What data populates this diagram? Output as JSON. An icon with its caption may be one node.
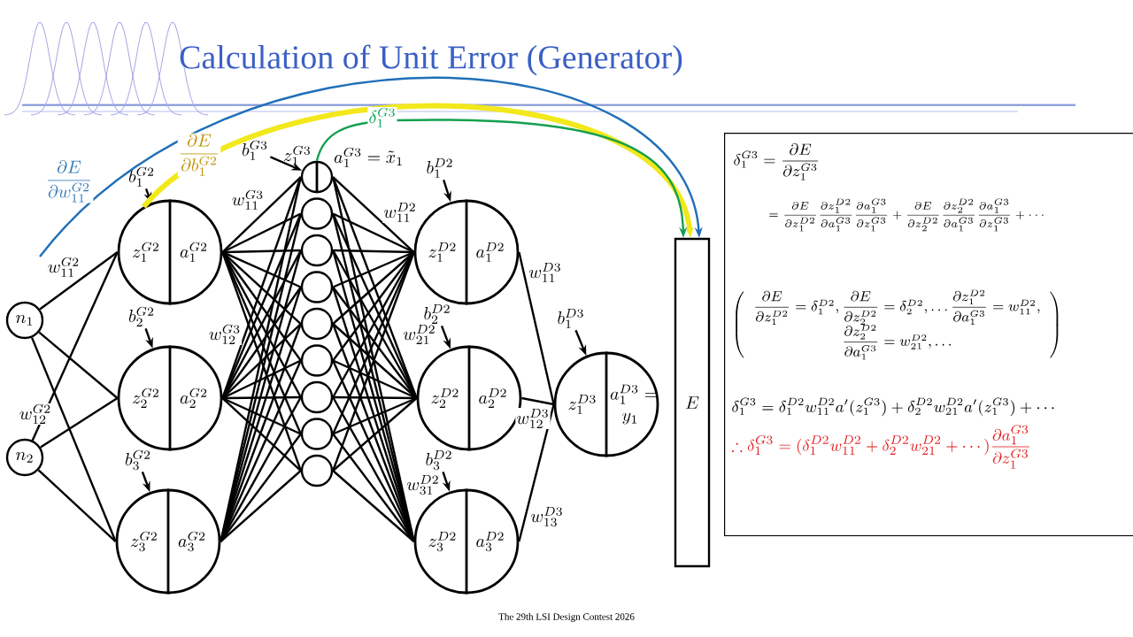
{
  "diagram": {
    "title": "Calculation of Unit Error (Generator)",
    "nodes": [
      {
        "text": [
          "n_1"
        ]
      },
      {
        "text": [
          "n_2"
        ]
      },
      {
        "text": [
          "z_1^{G2}",
          "a_1^{G2}"
        ]
      },
      {
        "text": [
          "z_2^{G2}",
          "a_2^{G2}"
        ]
      },
      {
        "text": [
          "z_3^{G2}",
          "a_3^{G2}"
        ]
      },
      {
        "text": [
          "z_1^{G3}",
          "a_1^{G3} = \\tilde{x}_1"
        ]
      },
      {
        "text": [],
        "shape": "circle"
      },
      {
        "text": [],
        "shape": "circle"
      },
      {
        "text": [],
        "shape": "circle"
      },
      {
        "text": [],
        "shape": "circle"
      },
      {
        "text": [],
        "shape": "circle"
      },
      {
        "text": [],
        "shape": "circle"
      },
      {
        "text": [],
        "shape": "circle"
      },
      {
        "text": [],
        "shape": "circle"
      },
      {
        "text": [
          "z_1^{D2}",
          "a_1^{D2}"
        ]
      },
      {
        "text": [
          "z_2^{D2}",
          "a_2^{D2}"
        ]
      },
      {
        "text": [
          "z_3^{D2}",
          "a_3^{D2}"
        ]
      },
      {
        "text": [
          "z_1^{D3}",
          "a_1^{D3} = y_1"
        ]
      },
      {
        "text": [
          "E"
        ]
      },
      {
        "text": [
          "b_1^{G2}"
        ]
      },
      {
        "text": [
          "b_2^{G2}"
        ]
      },
      {
        "text": [
          "b_3^{G2}"
        ]
      },
      {
        "text": [
          "b_1^{G3}"
        ]
      },
      {
        "text": [
          "b_1^{D2}"
        ]
      },
      {
        "text": [
          "b_2^{D2}"
        ]
      },
      {
        "text": [
          "b_3^{D2}"
        ]
      },
      {
        "text": [
          "b_1^{D3}"
        ]
      },
      {
        "text": [
          "\\delta_1^{G3} = \\dfrac{\\partial E}{\\partial z_1^{G3}}",
          "= \\dfrac{\\partial E}{\\partial z_1^{D2}} \\dfrac{\\partial z_1^{D2}}{\\partial a_1^{G3}} \\dfrac{\\partial a_1^{G3}}{\\partial z_1^{G3}} + \\dfrac{\\partial E}{\\partial z_2^{D2}} \\dfrac{\\partial z_2^{D2}}{\\partial a_1^{G3}} \\dfrac{\\partial a_1^{G3}}{\\partial z_1^{G3}} + \\cdots",
          "\\left(\\begin{array}{c}\\dfrac{\\partial E}{\\partial z_1^{D2}} = \\delta_1^{D2}, \\dfrac{\\partial E}{\\partial z_2^{D2}} = \\delta_2^{D2}, \\ldots \\dfrac{\\partial z_1^{D2}}{\\partial a_1^{G3}} = w_{11}^{D2}, \\\\ \\dfrac{\\partial z_2^{D2}}{\\partial a_1^{G3}} = w_{21}^{D2}, \\ldots \\end{array}\\right)",
          "\\delta_1^{G3} = \\delta_1^{D2} w_{11}^{D2} a'(z_1^{G3}) + \\delta_2^{D2} w_{21}^{D2} a'(z_1^{G3}) + \\cdots",
          "\\therefore \\delta_1^{G3} = (\\delta_1^{D2} w_{11}^{D2} + \\delta_2^{D2} w_{21}^{D2} + \\cdots) \\dfrac{\\partial a_1^{G3}}{\\partial z_1^{G3}}"
        ]
      }
    ],
    "edges": [
      {
        "from": 0,
        "to": 2,
        "arrow": "none",
        "label": "w_{11}^{G2}"
      },
      {
        "from": 0,
        "to": 3,
        "arrow": "none"
      },
      {
        "from": 0,
        "to": 4,
        "arrow": "none"
      },
      {
        "from": 1,
        "to": 2,
        "arrow": "none",
        "label": "w_{12}^{G2}"
      },
      {
        "from": 1,
        "to": 3,
        "arrow": "none"
      },
      {
        "from": 1,
        "to": 4,
        "arrow": "none"
      },
      {
        "from": 2,
        "to": 5,
        "arrow": "none",
        "label": "w_{11}^{G3}"
      },
      {
        "from": 2,
        "to": 6,
        "arrow": "none"
      },
      {
        "from": 2,
        "to": 7,
        "arrow": "none"
      },
      {
        "from": 2,
        "to": 8,
        "arrow": "none"
      },
      {
        "from": 2,
        "to": 9,
        "arrow": "none"
      },
      {
        "from": 2,
        "to": 10,
        "arrow": "none"
      },
      {
        "from": 2,
        "to": 11,
        "arrow": "none"
      },
      {
        "from": 2,
        "to": 12,
        "arrow": "none"
      },
      {
        "from": 2,
        "to": 13,
        "arrow": "none"
      },
      {
        "from": 3,
        "to": 5,
        "arrow": "none",
        "label": "w_{12}^{G3}"
      },
      {
        "from": 3,
        "to": 6,
        "arrow": "none"
      },
      {
        "from": 3,
        "to": 7,
        "arrow": "none"
      },
      {
        "from": 3,
        "to": 8,
        "arrow": "none"
      },
      {
        "from": 3,
        "to": 9,
        "arrow": "none"
      },
      {
        "from": 3,
        "to": 10,
        "arrow": "none"
      },
      {
        "from": 3,
        "to": 11,
        "arrow": "none"
      },
      {
        "from": 3,
        "to": 12,
        "arrow": "none"
      },
      {
        "from": 3,
        "to": 13,
        "arrow": "none"
      },
      {
        "from": 4,
        "to": 5,
        "arrow": "none"
      },
      {
        "from": 4,
        "to": 6,
        "arrow": "none"
      },
      {
        "from": 4,
        "to": 7,
        "arrow": "none"
      },
      {
        "from": 4,
        "to": 8,
        "arrow": "none"
      },
      {
        "from": 4,
        "to": 9,
        "arrow": "none"
      },
      {
        "from": 4,
        "to": 10,
        "arrow": "none"
      },
      {
        "from": 4,
        "to": 11,
        "arrow": "none"
      },
      {
        "from": 4,
        "to": 12,
        "arrow": "none"
      },
      {
        "from": 4,
        "to": 13,
        "arrow": "none"
      },
      {
        "from": 5,
        "to": 14,
        "arrow": "none",
        "label": "w_{11}^{D2}"
      },
      {
        "from": 5,
        "to": 15,
        "arrow": "none",
        "label": "w_{21}^{D2}"
      },
      {
        "from": 5,
        "to": 16,
        "arrow": "none",
        "label": "w_{31}^{D2}"
      },
      {
        "from": 6,
        "to": 14,
        "arrow": "none"
      },
      {
        "from": 6,
        "to": 15,
        "arrow": "none"
      },
      {
        "from": 6,
        "to": 16,
        "arrow": "none"
      },
      {
        "from": 7,
        "to": 14,
        "arrow": "none"
      },
      {
        "from": 7,
        "to": 15,
        "arrow": "none"
      },
      {
        "from": 7,
        "to": 16,
        "arrow": "none"
      },
      {
        "from": 8,
        "to": 14,
        "arrow": "none"
      },
      {
        "from": 8,
        "to": 15,
        "arrow": "none"
      },
      {
        "from": 8,
        "to": 16,
        "arrow": "none"
      },
      {
        "from": 9,
        "to": 14,
        "arrow": "none"
      },
      {
        "from": 9,
        "to": 15,
        "arrow": "none"
      },
      {
        "from": 9,
        "to": 16,
        "arrow": "none"
      },
      {
        "from": 10,
        "to": 14,
        "arrow": "none"
      },
      {
        "from": 10,
        "to": 15,
        "arrow": "none"
      },
      {
        "from": 10,
        "to": 16,
        "arrow": "none"
      },
      {
        "from": 11,
        "to": 14,
        "arrow": "none"
      },
      {
        "from": 11,
        "to": 15,
        "arrow": "none"
      },
      {
        "from": 11,
        "to": 16,
        "arrow": "none"
      },
      {
        "from": 12,
        "to": 14,
        "arrow": "none"
      },
      {
        "from": 12,
        "to": 15,
        "arrow": "none"
      },
      {
        "from": 12,
        "to": 16,
        "arrow": "none"
      },
      {
        "from": 13,
        "to": 14,
        "arrow": "none"
      },
      {
        "from": 13,
        "to": 15,
        "arrow": "none"
      },
      {
        "from": 13,
        "to": 16,
        "arrow": "none"
      },
      {
        "from": 14,
        "to": 17,
        "arrow": "none",
        "label": "w_{11}^{D3}"
      },
      {
        "from": 15,
        "to": 17,
        "arrow": "none",
        "label": "w_{12}^{D3}"
      },
      {
        "from": 16,
        "to": 17,
        "arrow": "none",
        "label": "w_{13}^{D3}"
      },
      {
        "from": 19,
        "to": 2,
        "arrow": "to"
      },
      {
        "from": 20,
        "to": 3,
        "arrow": "to"
      },
      {
        "from": 21,
        "to": 4,
        "arrow": "to"
      },
      {
        "from": 22,
        "to": 5,
        "arrow": "to"
      },
      {
        "from": 23,
        "to": 14,
        "arrow": "to"
      },
      {
        "from": 24,
        "to": 15,
        "arrow": "to"
      },
      {
        "from": 25,
        "to": 16,
        "arrow": "to"
      },
      {
        "from": 26,
        "to": 17,
        "arrow": "to"
      },
      {
        "from": null,
        "to": 18,
        "arrow": "to",
        "label": "\\dfrac{\\partial E}{\\partial w_{11}^{G2}}",
        "color": "#1f6fb8"
      },
      {
        "from": 2,
        "to": 18,
        "arrow": "to",
        "label": "\\dfrac{\\partial E}{\\partial b_1^{G2}}",
        "color": "#f2e81c",
        "style": "thick"
      },
      {
        "from": 5,
        "to": 18,
        "arrow": "to",
        "label": "\\delta_1^{G3}",
        "color": "#14a050"
      }
    ],
    "labels": [
      "The 29th LSI Design Contest 2026"
    ]
  }
}
